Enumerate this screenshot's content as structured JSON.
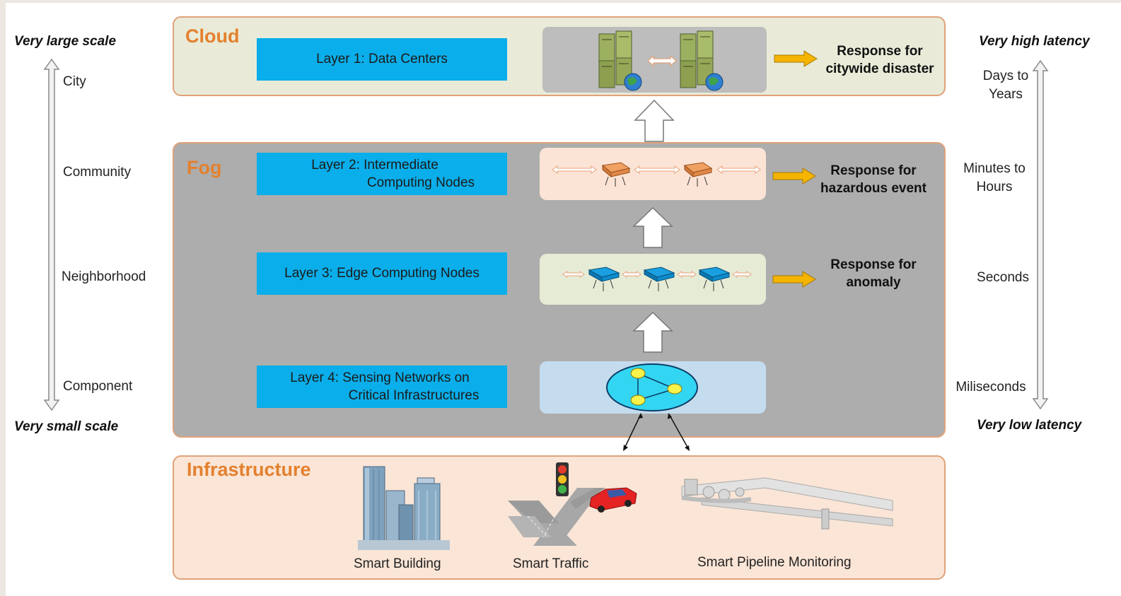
{
  "scale_axis": {
    "top": "Very large scale",
    "bottom": "Very small scale",
    "levels": [
      "City",
      "Community",
      "Neighborhood",
      "Component"
    ]
  },
  "latency_axis": {
    "top": "Very high latency",
    "bottom": "Very low latency",
    "levels": [
      {
        "line1": "Days to",
        "line2": "Years"
      },
      {
        "line1": "Minutes to",
        "line2": "Hours"
      },
      {
        "line1": "Seconds",
        "line2": ""
      },
      {
        "line1": "Miliseconds",
        "line2": ""
      }
    ]
  },
  "cloud": {
    "title": "Cloud",
    "layer": "Layer 1: Data Centers",
    "response": {
      "line1": "Response for",
      "line2": "citywide disaster"
    }
  },
  "fog": {
    "title": "Fog",
    "layer2": {
      "line1": "Layer 2: Intermediate",
      "line2": "Computing Nodes"
    },
    "layer3": "Layer 3: Edge Computing Nodes",
    "layer4": {
      "line1": "Layer 4: Sensing Networks on",
      "line2": "Critical Infrastructures"
    },
    "response2": {
      "line1": "Response for",
      "line2": "hazardous event"
    },
    "response3": {
      "line1": "Response for",
      "line2": "anomaly"
    }
  },
  "infrastructure": {
    "title": "Infrastructure",
    "items": [
      "Smart Building",
      "Smart Traffic",
      "Smart Pipeline Monitoring"
    ]
  },
  "colors": {
    "cloud_bg": "#e9ebd8",
    "fog_bg": "#adadad",
    "infra_bg": "#fae5d6",
    "layer_box": "#0aaeea",
    "accent_orange": "#e4802e",
    "response_arrow": "#f4b400"
  }
}
